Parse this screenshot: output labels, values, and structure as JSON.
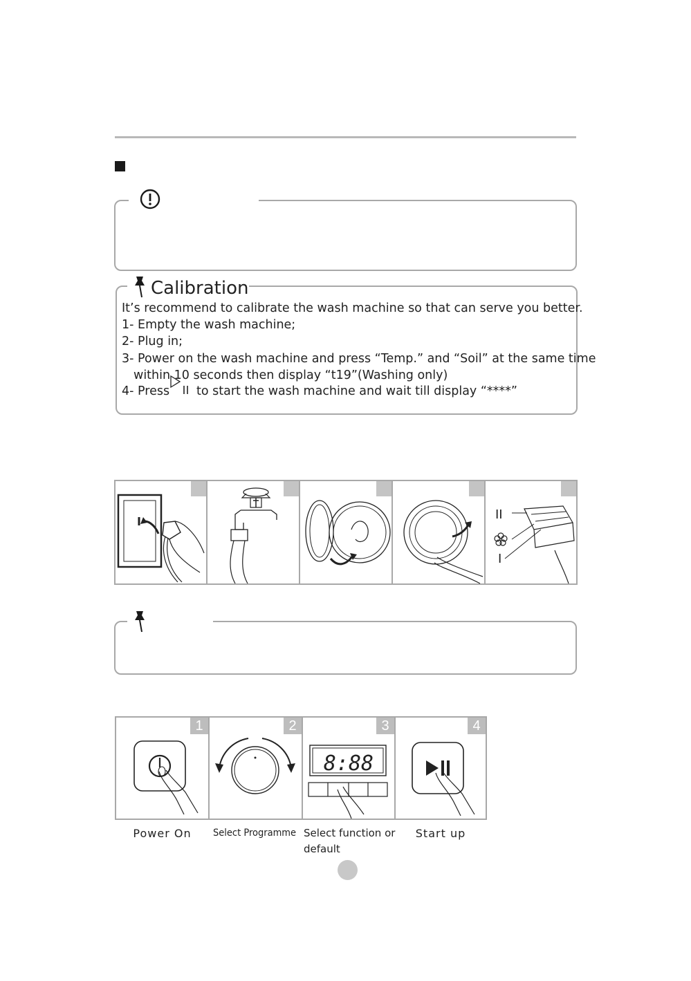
{
  "calibration": {
    "title": "Calibration",
    "intro": "It’s recommend to calibrate the wash machine so that can serve you better.",
    "steps": [
      "1- Empty the wash machine;",
      "2- Plug in;",
      "3- Power on the wash machine and press “Temp.” and “Soil” at the same time",
      "within 10 seconds then display “t19”(Washing only)",
      "4- Press",
      "to start the wash machine and wait till display “****”"
    ]
  },
  "dispenser_marks": {
    "prewash": "II",
    "main": "I"
  },
  "display_readout": "8:88",
  "operation_steps": [
    {
      "number": "1",
      "caption": "Power On"
    },
    {
      "number": "2",
      "caption": "Select Programme"
    },
    {
      "number": "3",
      "caption": "Select function or",
      "caption_line2": "default"
    },
    {
      "number": "4",
      "caption": "Start up"
    }
  ],
  "colors": {
    "border": "#a8a8a8",
    "badge": "#bdbdbd",
    "text": "#1a1a1a",
    "rule": "#b8b8b8"
  }
}
